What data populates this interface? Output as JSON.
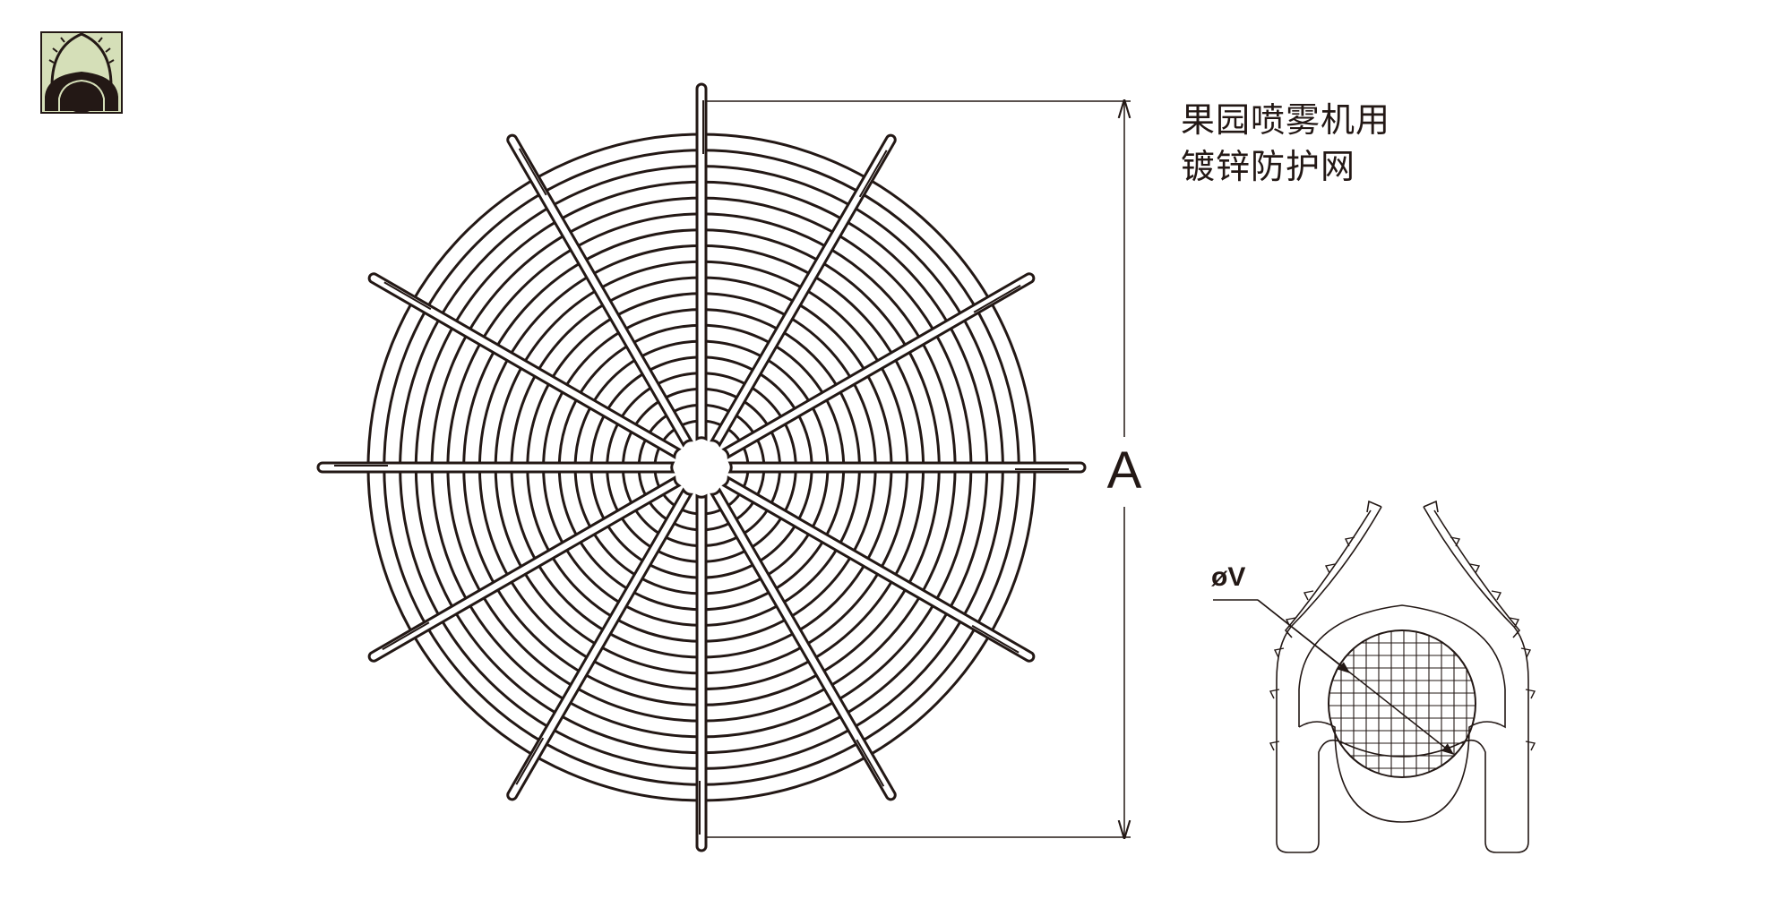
{
  "title": {
    "line1": "果园喷雾机用",
    "line2": "镀锌防护网"
  },
  "dimensions": {
    "outer_label": "A",
    "wire_label": "øV"
  },
  "icons": {
    "logo": "wire-profile-logo-icon"
  },
  "colors": {
    "line": "#231815",
    "logo_bg": "#d5dfb8"
  },
  "grill": {
    "ring_count": 19,
    "spoke_count": 12
  }
}
